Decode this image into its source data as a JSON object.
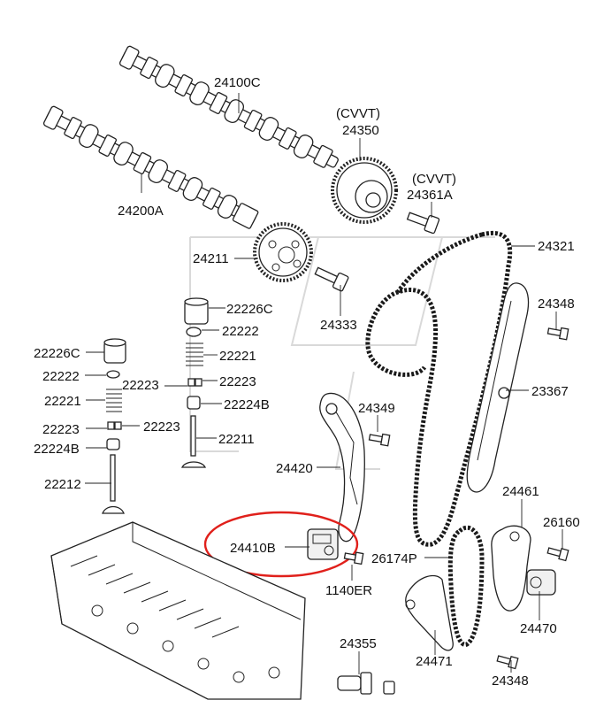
{
  "colors": {
    "highlight": "#e0201b",
    "ink": "#222222"
  },
  "labels": {
    "camshaft_exhaust": "24100C",
    "cvvt_tag_1": "(CVVT)",
    "cvvt_assembly": "24350",
    "cvvt_tag_2": "(CVVT)",
    "cvvt_bolt": "24361A",
    "camshaft_intake": "24200A",
    "cam_sprocket": "24211",
    "chain": "24321",
    "sprocket_bolt": "24333",
    "tappet_right": "22226C",
    "retainer_right": "22222",
    "spring_right": "22221",
    "cotter_right": "22223",
    "seal_right": "22224B",
    "valve_right": "22211",
    "tappet_left": "22226C",
    "retainer_left": "22222",
    "spring_left": "22221",
    "cotter_left": "22223",
    "cotter_mid": "22223",
    "seal_left": "22224B",
    "valve_left": "22212",
    "guide_bolt_top": "24348",
    "chain_guide": "23367",
    "tensioner_bolt": "24349",
    "tensioner_arm": "24420",
    "tensioner": "24410B",
    "tensioner_bolt_2": "1140ER",
    "oil_pump_chain": "26174P",
    "pump_guide": "24461",
    "pump_bolt": "26160",
    "pump_tensioner": "24470",
    "oil_guide": "24471",
    "guide_bolt_bottom": "24348",
    "sensor": "24355"
  }
}
